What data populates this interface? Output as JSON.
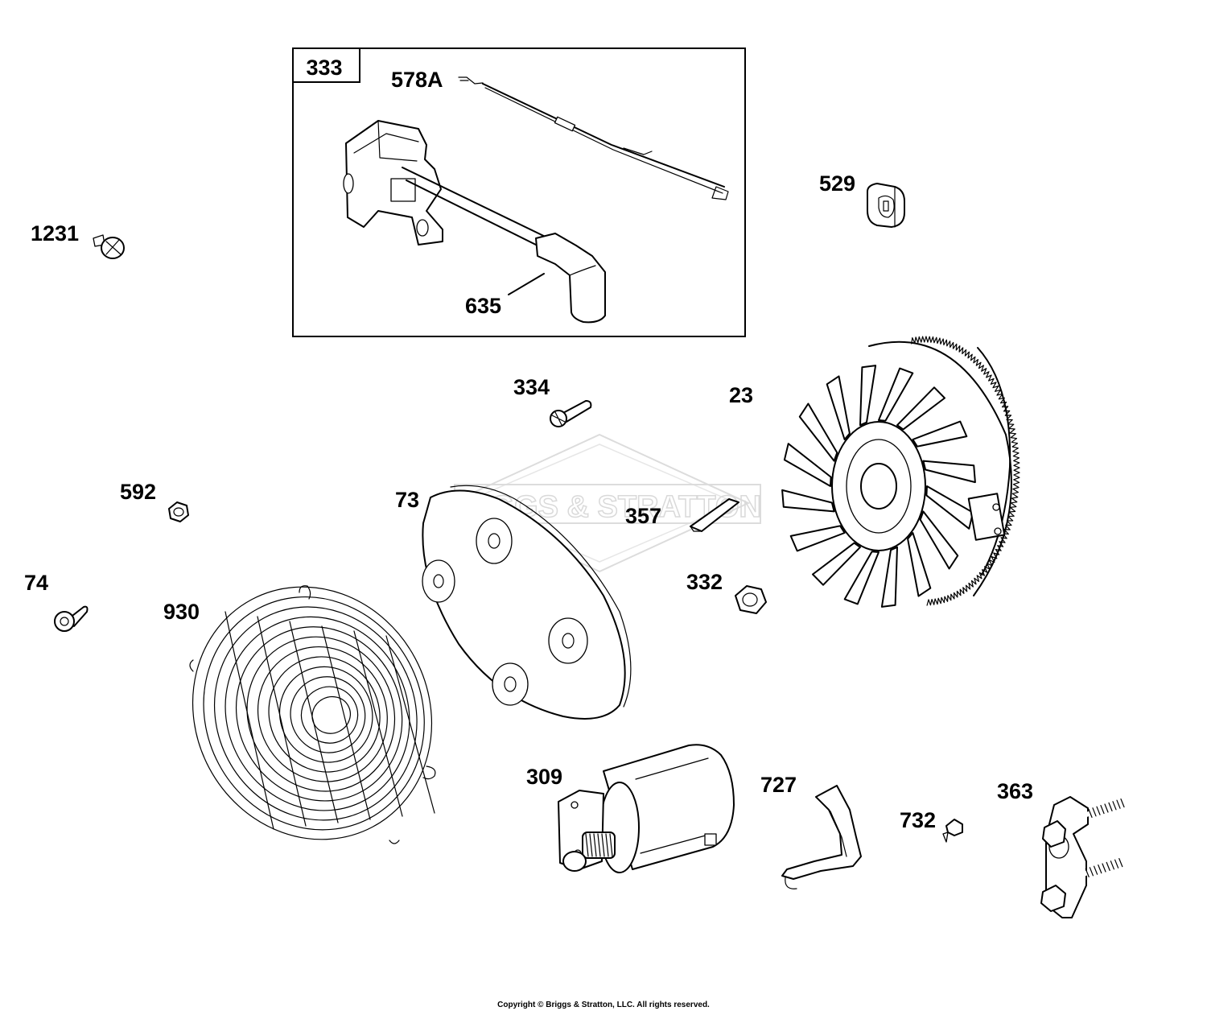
{
  "labels": {
    "p333": "333",
    "p578a": "578A",
    "p635": "635",
    "p529": "529",
    "p1231": "1231",
    "p334": "334",
    "p23": "23",
    "p592": "592",
    "p73": "73",
    "p357": "357",
    "p332": "332",
    "p74": "74",
    "p930": "930",
    "p309": "309",
    "p727": "727",
    "p363": "363",
    "p732": "732"
  },
  "watermark": "BRIGGS & STRATTON",
  "copyright": "Copyright © Briggs & Stratton, LLC. All rights reserved."
}
